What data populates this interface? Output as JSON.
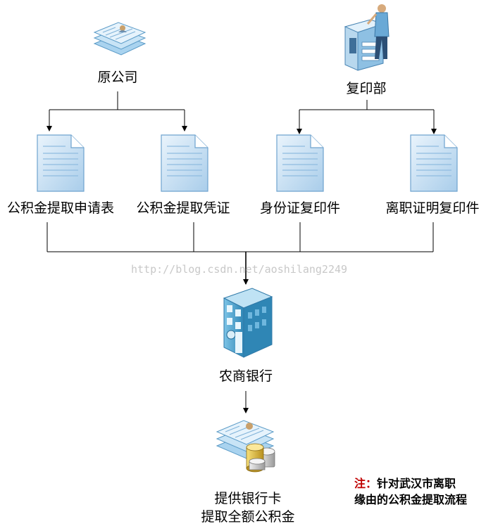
{
  "nodes": {
    "original_company": "原公司",
    "copy_dept": "复印部",
    "application_form": "公积金提取申请表",
    "withdrawal_voucher": "公积金提取凭证",
    "id_copy": "身份证复印件",
    "resignation_copy": "离职证明复印件",
    "bank": "农商银行",
    "final_line1": "提供银行卡",
    "final_line2": "提取全额公积金"
  },
  "watermark": "http://blog.csdn.net/aoshilang2249",
  "note": {
    "prefix": "注：",
    "line1": "针对武汉市离职",
    "line2": "缘由的公积金提取流程"
  },
  "colors": {
    "doc_fill": "#cfe4f5",
    "doc_line": "#6fa3cf",
    "building": "#4aa0c8",
    "note_red": "#c00000"
  }
}
